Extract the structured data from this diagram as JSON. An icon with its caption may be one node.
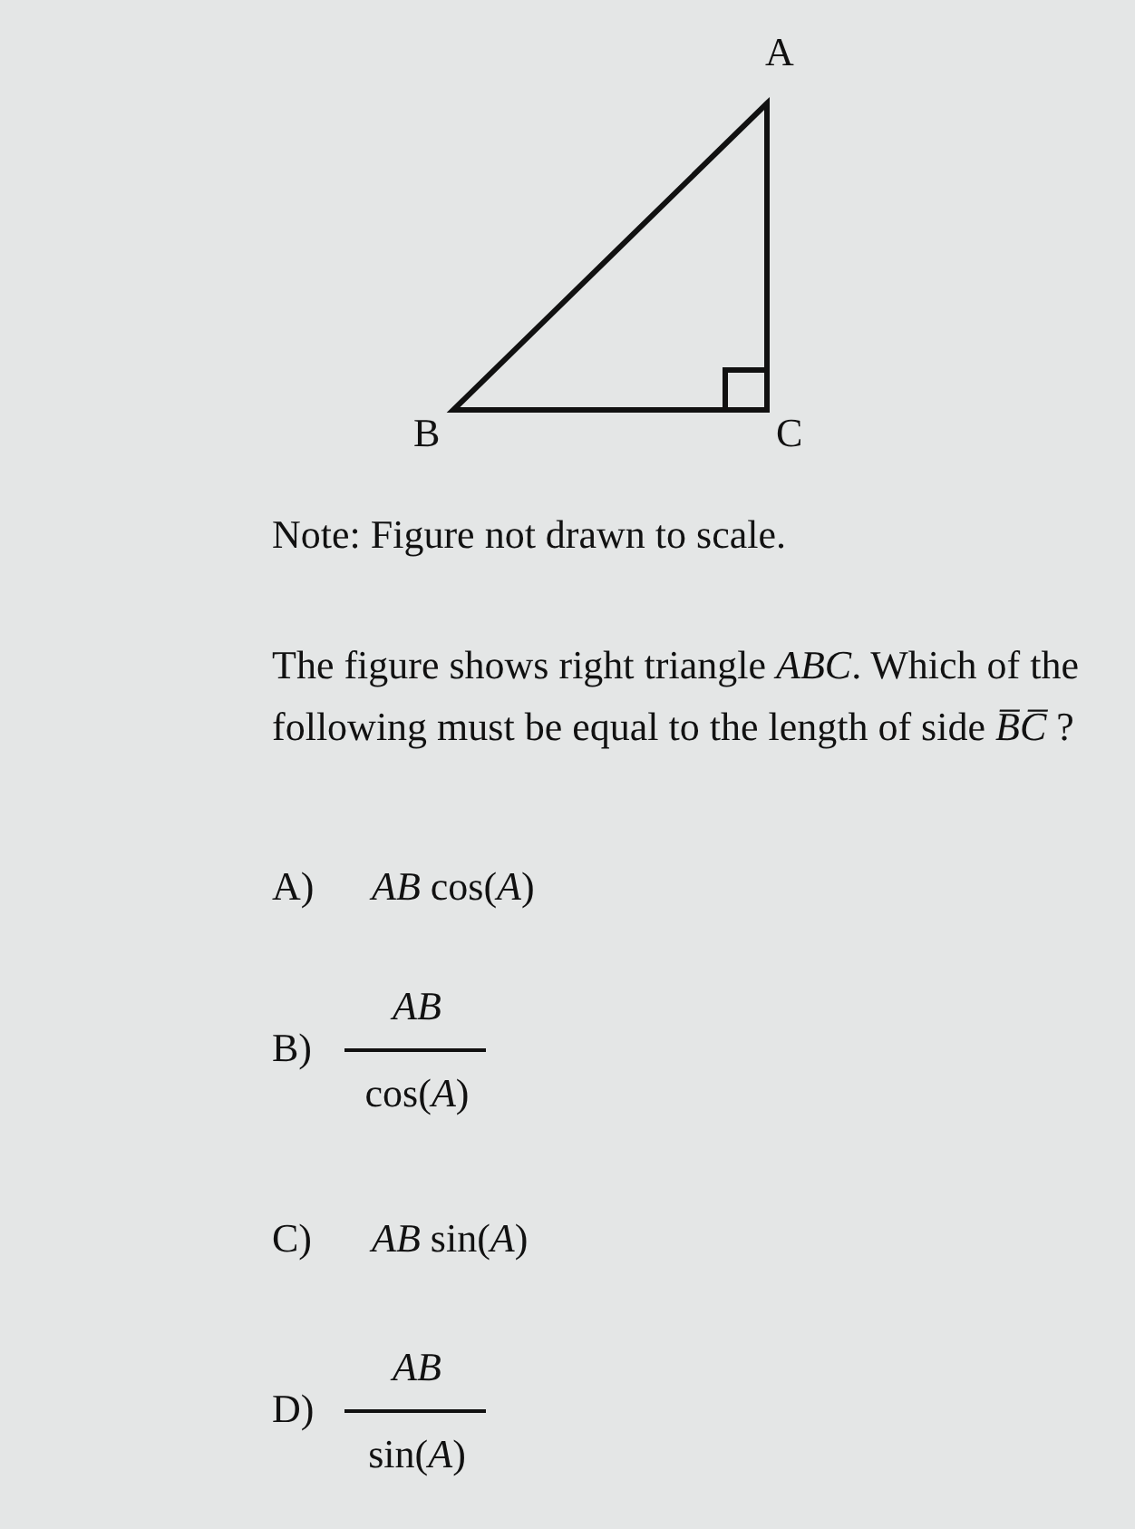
{
  "diagram": {
    "labels": [
      "A",
      "B",
      "C",
      "Note: Figure not drawn to scale.",
      "The figure shows right triangle *ABC*. Which of the following must be equal to the length of side *B̅C̅* ?",
      "A)",
      "*AB* cos(*A*)",
      "B)",
      "*AB*",
      "cos(*A*)",
      "C)",
      "*AB* sin(*A*)",
      "D)",
      "*AB*",
      "sin(*A*)"
    ]
  }
}
